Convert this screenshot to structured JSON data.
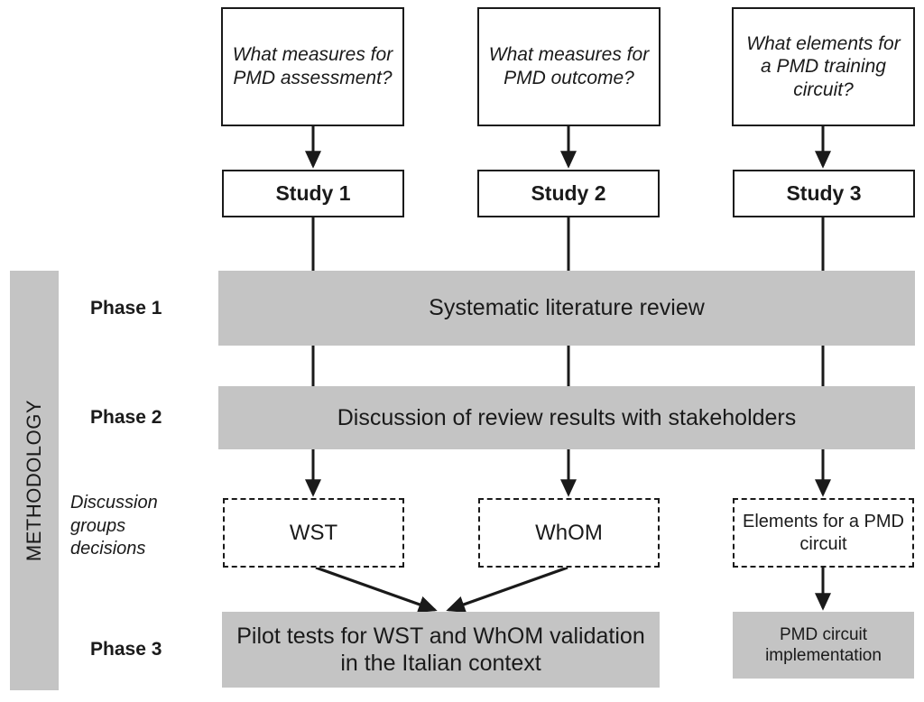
{
  "diagram": {
    "title_sidebar": "METHODOLOGY",
    "accent_gray": "#c4c4c4",
    "line_color": "#1a1a1a",
    "background": "#ffffff"
  },
  "questions": [
    {
      "id": "q1",
      "text": "What measures for PMD assessment?"
    },
    {
      "id": "q2",
      "text": "What measures for PMD outcome?"
    },
    {
      "id": "q3",
      "text": "What elements for a PMD training circuit?"
    }
  ],
  "studies": [
    {
      "id": "s1",
      "label": "Study 1"
    },
    {
      "id": "s2",
      "label": "Study 2"
    },
    {
      "id": "s3",
      "label": "Study 3"
    }
  ],
  "phases": [
    {
      "id": "phase1",
      "label": "Phase 1",
      "band_text": "Systematic literature review"
    },
    {
      "id": "phase2",
      "label": "Phase 2",
      "band_text": "Discussion of review results with stakeholders"
    },
    {
      "id": "phase3",
      "label": "Phase 3"
    }
  ],
  "decisions": {
    "row_label": "Discussion groups decisions",
    "items": [
      {
        "id": "d1",
        "text": "WST"
      },
      {
        "id": "d2",
        "text": "WhOM"
      },
      {
        "id": "d3",
        "text": "Elements for a PMD circuit"
      }
    ]
  },
  "outcomes": [
    {
      "id": "o1",
      "text": "Pilot tests for WST and WhOM validation in the Italian context"
    },
    {
      "id": "o2",
      "text": "PMD circuit implementation"
    }
  ]
}
